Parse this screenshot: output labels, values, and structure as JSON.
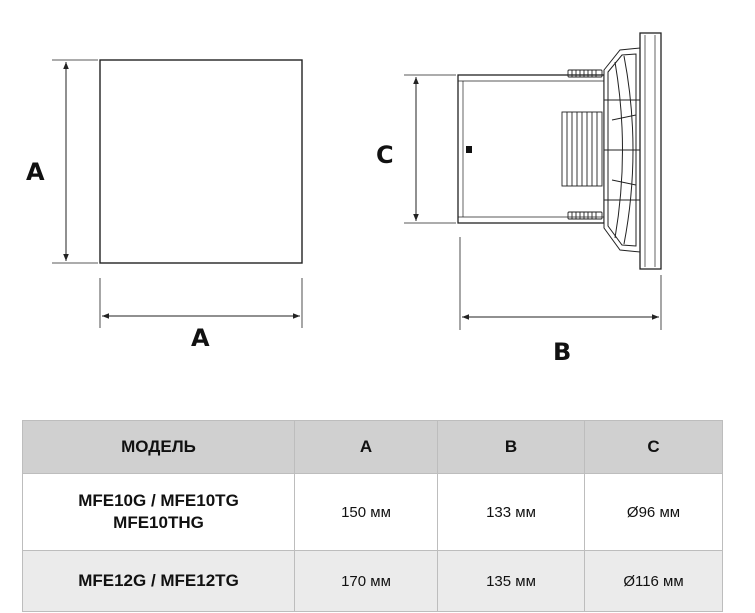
{
  "drawing": {
    "front_view": {
      "height_label": "A",
      "width_label": "A"
    },
    "side_view": {
      "height_label": "C",
      "depth_label": "B"
    }
  },
  "table": {
    "headers": [
      "МОДЕЛЬ",
      "A",
      "B",
      "C"
    ],
    "rows": [
      {
        "model_lines": [
          "MFE10G / MFE10TG",
          "MFE10THG"
        ],
        "a": "150 мм",
        "b": "133 мм",
        "c": "Ø96 мм"
      },
      {
        "model_lines": [
          "MFE12G / MFE12TG"
        ],
        "a": "170 мм",
        "b": "135 мм",
        "c": "Ø116 мм"
      }
    ]
  }
}
